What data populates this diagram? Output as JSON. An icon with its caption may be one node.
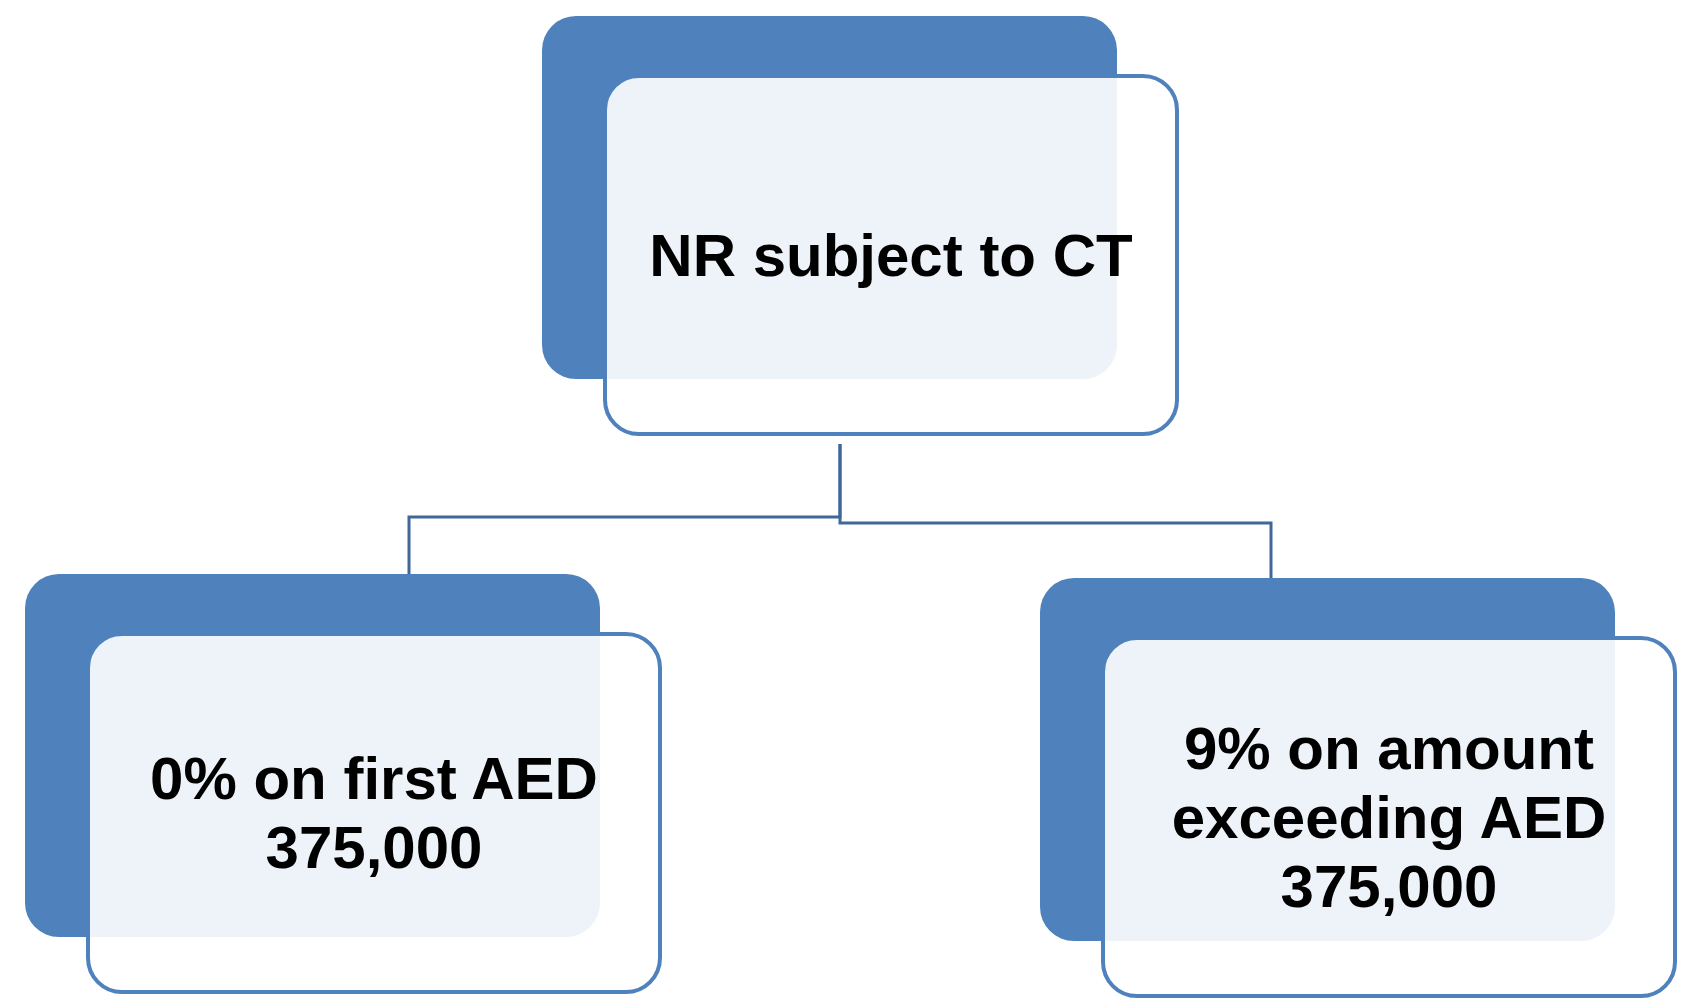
{
  "diagram": {
    "nodes": [
      {
        "text": [
          "NR subject to CT"
        ]
      },
      {
        "text": [
          "0% on first AED 375,000"
        ]
      },
      {
        "text": [
          "9% on amount exceeding AED 375,000"
        ]
      }
    ],
    "edges": [
      {
        "from": 0,
        "to": 1,
        "arrow": "none"
      },
      {
        "from": 0,
        "to": 2,
        "arrow": "none"
      }
    ]
  }
}
